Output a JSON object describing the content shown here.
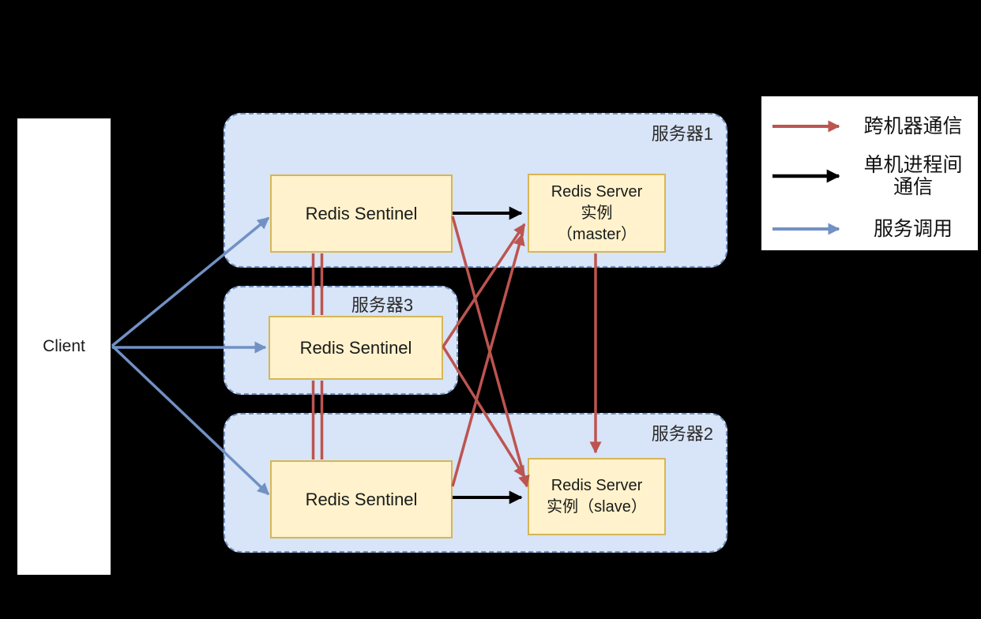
{
  "nodes": {
    "client": {
      "label": "Client"
    },
    "sentinel1": {
      "label": "Redis Sentinel"
    },
    "sentinel3": {
      "label": "Redis Sentinel"
    },
    "sentinel2": {
      "label": "Redis Sentinel"
    },
    "master": {
      "line1": "Redis Server",
      "line2": "实例",
      "line3": "（master）"
    },
    "slave": {
      "line1": "Redis Server",
      "line2": "实例（slave）"
    }
  },
  "servers": {
    "server1": {
      "label": "服务器1"
    },
    "server3": {
      "label": "服务器3"
    },
    "server2": {
      "label": "服务器2"
    }
  },
  "legend": {
    "items": [
      {
        "label": "跨机器通信",
        "color": "#bc5450"
      },
      {
        "label": "单机进程间\n通信",
        "color": "#000000"
      },
      {
        "label": "服务调用",
        "color": "#7191c4"
      }
    ]
  },
  "colors": {
    "background": "#000000",
    "server_fill": "#d8e4f7",
    "server_border": "#7292c2",
    "node_fill": "#fff2cc",
    "node_border": "#d6b656",
    "cross_machine_arrow": "#bc5450",
    "ipc_arrow": "#000000",
    "service_call_arrow": "#7191c4"
  }
}
